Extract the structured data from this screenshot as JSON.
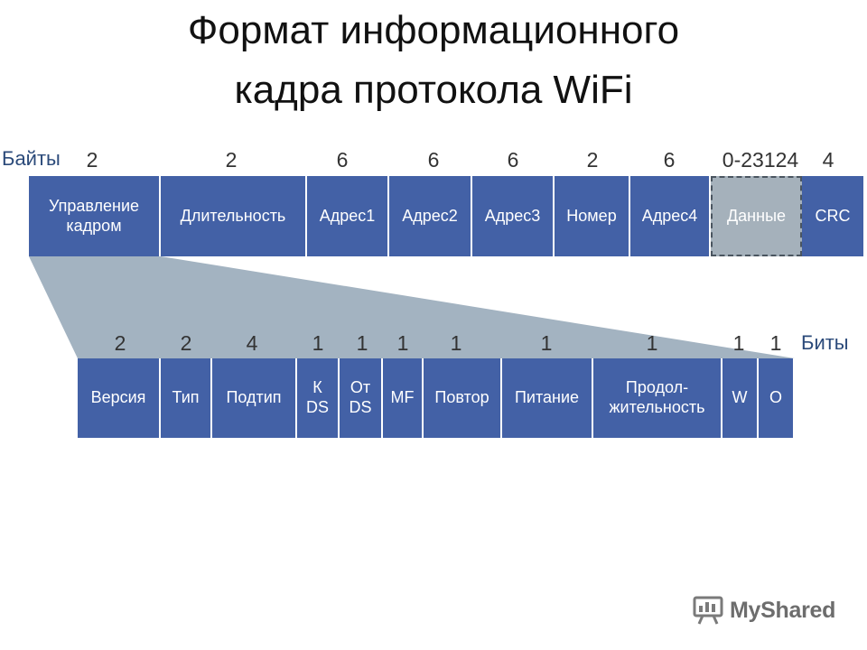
{
  "title": {
    "line1": "Формат информационного",
    "line2": "кадра протокола WiFi"
  },
  "bytes_row": {
    "label": "Байты",
    "sizes": [
      "2",
      "2",
      "6",
      "6",
      "6",
      "2",
      "6",
      "0-23124",
      "4"
    ],
    "fields": [
      {
        "label": "Управление\nкадром",
        "kind": "normal"
      },
      {
        "label": "Длительность",
        "kind": "normal"
      },
      {
        "label": "Адрес1",
        "kind": "normal"
      },
      {
        "label": "Адрес2",
        "kind": "normal"
      },
      {
        "label": "Адрес3",
        "kind": "normal"
      },
      {
        "label": "Номер",
        "kind": "normal"
      },
      {
        "label": "Адрес4",
        "kind": "normal"
      },
      {
        "label": "Данные",
        "kind": "data"
      },
      {
        "label": "CRC",
        "kind": "normal"
      }
    ]
  },
  "bits_row": {
    "label": "Биты",
    "sizes": [
      "2",
      "2",
      "4",
      "1",
      "1",
      "1",
      "1",
      "1",
      "1",
      "1",
      "1"
    ],
    "fields": [
      {
        "label": "Версия"
      },
      {
        "label": "Тип"
      },
      {
        "label": "Подтип"
      },
      {
        "label": "К\nDS"
      },
      {
        "label": "От\nDS"
      },
      {
        "label": "MF"
      },
      {
        "label": "Повтор"
      },
      {
        "label": "Питание"
      },
      {
        "label": "Продол-\nжительность"
      },
      {
        "label": "W"
      },
      {
        "label": "O"
      }
    ]
  },
  "colors": {
    "field": "#4361a6",
    "data_field": "#a5b1bb",
    "fan": "#a3b3c1"
  },
  "watermark": {
    "text": "MyShared",
    "icon": "presentation-board-icon"
  }
}
